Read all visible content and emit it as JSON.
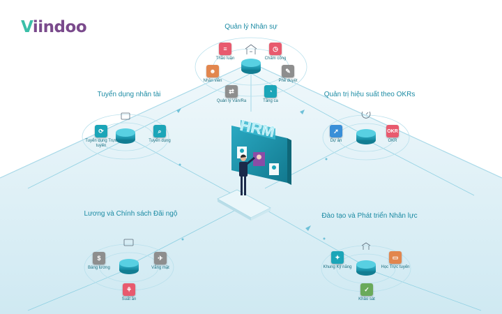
{
  "logo": {
    "text_v": "V",
    "text_rest": "iindoo"
  },
  "colors": {
    "accent": "#1a8aa3",
    "platform": "#dff1f6",
    "line": "#8fd0e2"
  },
  "groups": [
    {
      "title": "Quản lý Nhân sự",
      "modules": [
        {
          "label": "Thảo luận",
          "color": "#e85a6e",
          "icon": "chat-icon"
        },
        {
          "label": "Chấm công",
          "color": "#e85a6e",
          "icon": "clock-icon"
        },
        {
          "label": "Nhân viên",
          "color": "#e2864e",
          "icon": "people-icon"
        },
        {
          "label": "Phê duyệt",
          "color": "#8e8e8e",
          "icon": "approve-icon"
        },
        {
          "label": "Quản lý Văn/Ra",
          "color": "#8e8e8e",
          "icon": "inout-icon"
        },
        {
          "label": "Tăng ca",
          "color": "#1ba5b8",
          "icon": "overtime-icon"
        }
      ]
    },
    {
      "title": "Tuyển dụng nhân tài",
      "modules": [
        {
          "label": "Tuyển dụng Trực tuyến",
          "color": "#1ba5b8",
          "icon": "online-recruit-icon"
        },
        {
          "label": "Tuyển dụng",
          "color": "#1ba5b8",
          "icon": "recruit-search-icon"
        }
      ]
    },
    {
      "title": "Quản trị hiệu suất theo OKRs",
      "modules": [
        {
          "label": "Dự án",
          "color": "#3a8fd8",
          "icon": "rocket-icon"
        },
        {
          "label": "OKR",
          "color": "#e85a6e",
          "icon": "okr-icon"
        }
      ]
    },
    {
      "title": "Lương và Chính sách Đãi ngộ",
      "modules": [
        {
          "label": "Bảng lương",
          "color": "#8e8e8e",
          "icon": "payroll-icon"
        },
        {
          "label": "Vắng mặt",
          "color": "#8e8e8e",
          "icon": "leave-icon"
        },
        {
          "label": "Suất ăn",
          "color": "#e85a6e",
          "icon": "meal-icon"
        }
      ]
    },
    {
      "title": "Đào tạo và Phát triển Nhân lực",
      "modules": [
        {
          "label": "Khung Kỹ năng",
          "color": "#1ba5b8",
          "icon": "skills-icon"
        },
        {
          "label": "Học Trực tuyến",
          "color": "#e2864e",
          "icon": "elearning-icon"
        },
        {
          "label": "Khảo sát",
          "color": "#6aaa5a",
          "icon": "survey-icon"
        }
      ]
    }
  ],
  "center": {
    "screen_text": "HRM"
  }
}
